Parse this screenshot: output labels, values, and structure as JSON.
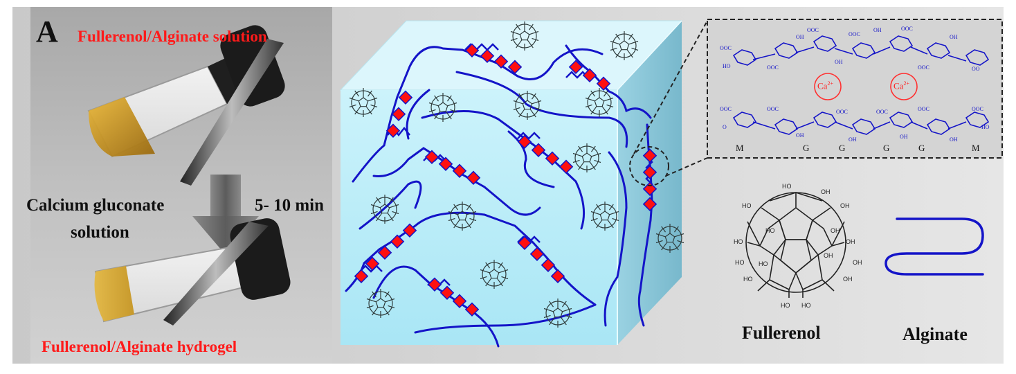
{
  "panel_label": "A",
  "photo": {
    "top_label": "Fullerenol/Alginate solution",
    "bottom_label": "Fullerenol/Alginate hydrogel",
    "reagent_line1": "Calcium gluconate",
    "reagent_line2": "solution",
    "time_label": "5- 10 min"
  },
  "inset": {
    "ion_label": "Ca",
    "ion_charge": "2+",
    "residues": [
      "M",
      "G",
      "G",
      "G",
      "G",
      "M"
    ]
  },
  "legend": {
    "fullerenol_label": "Fullerenol",
    "alginate_label": "Alginate",
    "hydroxyl_label": "HO",
    "hydroxyl_label_right": "OH"
  },
  "colors": {
    "alginate": "#1414c8",
    "crosslink": "#ff1010",
    "label_red": "#ff1a1a",
    "cube_front": "#bfeffa",
    "cube_top": "#d8f6fd",
    "cube_side": "#9fd3e2",
    "photo_bg": "#b9b9b9"
  }
}
